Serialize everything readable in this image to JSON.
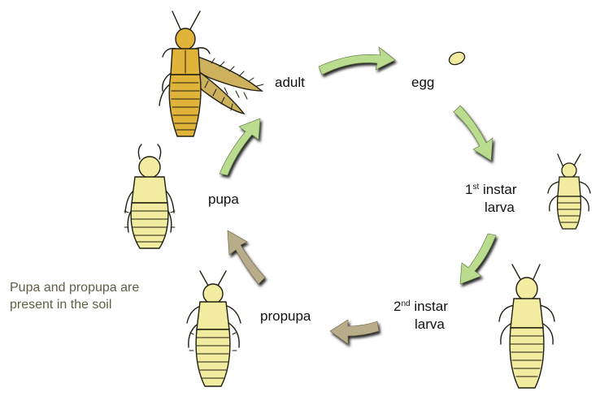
{
  "labels": {
    "adult": "adult",
    "egg": "egg",
    "instar1_prefix": "1",
    "instar1_sup": "st",
    "instar1_rest": " instar",
    "instar1_line2": "larva",
    "instar2_prefix": "2",
    "instar2_sup": "nd",
    "instar2_rest": " instar",
    "instar2_line2": "larva",
    "propupa": "propupa",
    "pupa": "pupa"
  },
  "note": "Pupa and propupa are present in the soil",
  "colors": {
    "arrow_green": "#b9dc8e",
    "arrow_soil": "#b8ad8a",
    "insect_pale": "#f2eca0",
    "insect_adult": "#e0b33a",
    "wing": "#cdb15c",
    "outline": "#1e1e10"
  }
}
